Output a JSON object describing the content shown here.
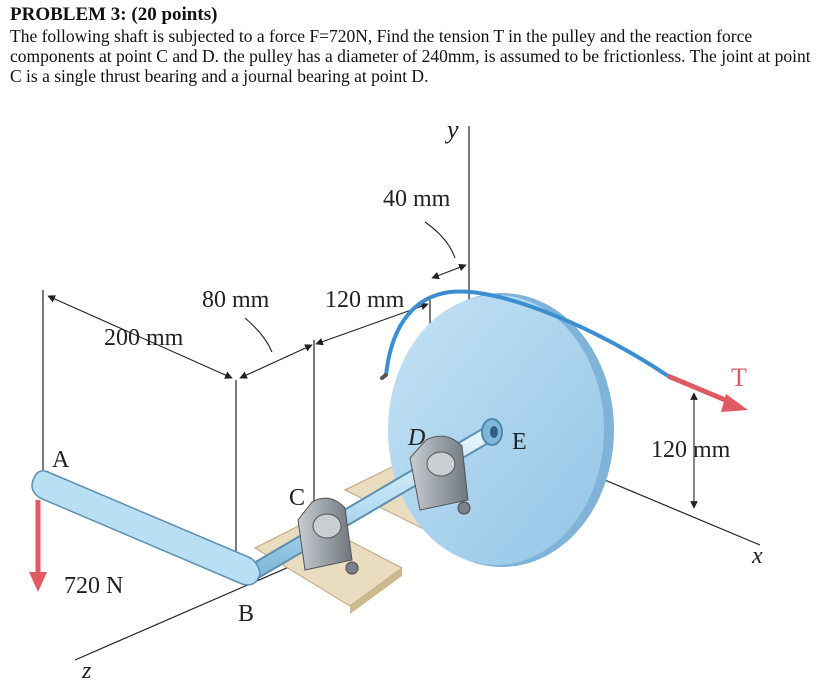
{
  "problem": {
    "title": "PROBLEM 3: (20 points)",
    "text": "The following shaft is subjected to a force F=720N, Find the tension T in the pulley and the reaction force components at point C and D. the pulley has a diameter of 240mm, is assumed to be frictionless. The joint at point C is a single thrust bearing and a journal bearing at point D."
  },
  "figure": {
    "axis_labels": {
      "y": "y",
      "x": "x",
      "z": "z"
    },
    "point_labels": {
      "A": "A",
      "B": "B",
      "C": "C",
      "D": "D",
      "E": "E"
    },
    "dimensions": {
      "d40": "40 mm",
      "d80": "80 mm",
      "d120": "120 mm",
      "d200": "200 mm",
      "d120_right": "120 mm"
    },
    "forces": {
      "applied": "720 N",
      "tension": "T"
    },
    "colors": {
      "pulley": "#a9d3ee",
      "pulley_edge": "#7fb4d8",
      "belt": "#3b8fd0",
      "shaft": "#b9dff4",
      "force_arrow": "#e05a62",
      "bearing": "#9aa1a8",
      "base_plate": "#eadcbf"
    }
  }
}
